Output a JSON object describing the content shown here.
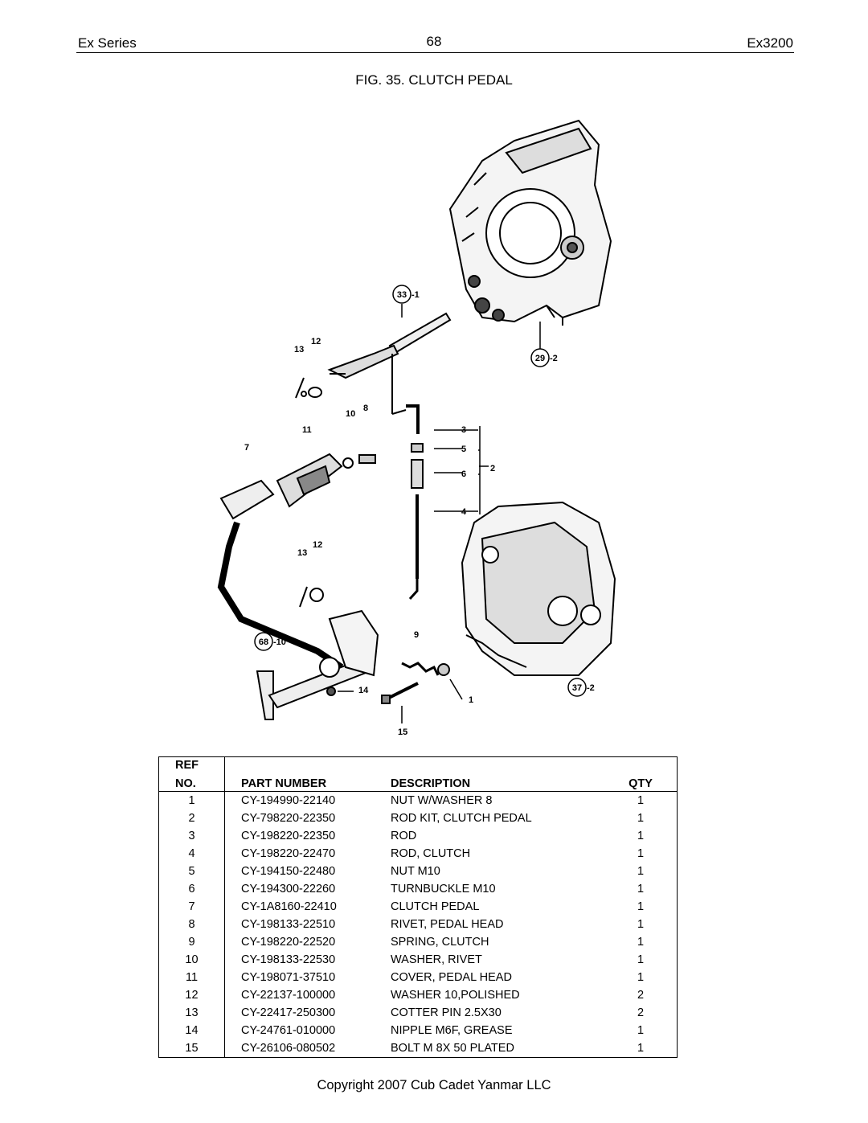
{
  "header": {
    "series": "Ex Series",
    "page_number": "68",
    "model": "Ex3200"
  },
  "figure": {
    "title": "FIG. 35. CLUTCH PEDAL",
    "callouts": {
      "c33": "33",
      "c33s": "-1",
      "c29": "29",
      "c29s": "-2",
      "c68": "68",
      "c68s": "-10",
      "c37": "37",
      "c37s": "-2",
      "n13a": "13",
      "n12a": "12",
      "n13b": "13",
      "n12b": "12",
      "n11": "11",
      "n10": "10",
      "n8": "8",
      "n7": "7",
      "n3": "3",
      "n5": "5",
      "n6": "6",
      "n4": "4",
      "n2": "2",
      "n9": "9",
      "n1": "1",
      "n14": "14",
      "n15": "15"
    }
  },
  "table": {
    "headers": {
      "ref_top": "REF",
      "ref_bottom": "NO.",
      "part_number": "PART NUMBER",
      "description": "DESCRIPTION",
      "qty": "QTY"
    },
    "rows": [
      {
        "ref": "1",
        "part": "CY-194990-22140",
        "desc": "NUT W/WASHER  8",
        "qty": "1"
      },
      {
        "ref": "2",
        "part": "CY-798220-22350",
        "desc": "ROD KIT, CLUTCH PEDAL",
        "qty": "1"
      },
      {
        "ref": "3",
        "part": "CY-198220-22350",
        "desc": "ROD",
        "qty": "1"
      },
      {
        "ref": "4",
        "part": "CY-198220-22470",
        "desc": "ROD, CLUTCH",
        "qty": "1"
      },
      {
        "ref": "5",
        "part": "CY-194150-22480",
        "desc": "NUT M10",
        "qty": "1"
      },
      {
        "ref": "6",
        "part": "CY-194300-22260",
        "desc": "TURNBUCKLE M10",
        "qty": "1"
      },
      {
        "ref": "7",
        "part": "CY-1A8160-22410",
        "desc": "CLUTCH PEDAL",
        "qty": "1"
      },
      {
        "ref": "8",
        "part": "CY-198133-22510",
        "desc": "RIVET, PEDAL HEAD",
        "qty": "1"
      },
      {
        "ref": "9",
        "part": "CY-198220-22520",
        "desc": "SPRING, CLUTCH",
        "qty": "1"
      },
      {
        "ref": "10",
        "part": "CY-198133-22530",
        "desc": "WASHER, RIVET",
        "qty": "1"
      },
      {
        "ref": "11",
        "part": "CY-198071-37510",
        "desc": "COVER, PEDAL HEAD",
        "qty": "1"
      },
      {
        "ref": "12",
        "part": "CY-22137-100000",
        "desc": "WASHER 10,POLISHED",
        "qty": "2"
      },
      {
        "ref": "13",
        "part": "CY-22417-250300",
        "desc": "COTTER PIN 2.5X30",
        "qty": "2"
      },
      {
        "ref": "14",
        "part": "CY-24761-010000",
        "desc": "NIPPLE M6F, GREASE",
        "qty": "1"
      },
      {
        "ref": "15",
        "part": "CY-26106-080502",
        "desc": "BOLT M 8X 50 PLATED",
        "qty": "1"
      }
    ]
  },
  "footer": {
    "copyright": "Copyright 2007 Cub Cadet Yanmar LLC"
  }
}
